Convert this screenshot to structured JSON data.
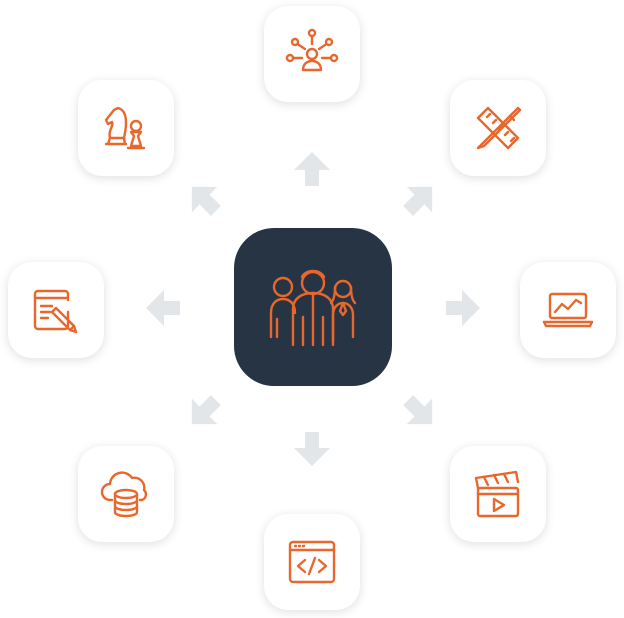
{
  "diagram": {
    "center_icon": "team-people-icon",
    "accent_color": "#e8672d",
    "center_bg_color": "#263444",
    "arrow_color": "#e3e6e9",
    "nodes": [
      {
        "position": "top",
        "icon": "network-user-icon"
      },
      {
        "position": "top-right",
        "icon": "design-tools-icon"
      },
      {
        "position": "right",
        "icon": "laptop-chart-icon"
      },
      {
        "position": "bottom-right",
        "icon": "clapperboard-video-icon"
      },
      {
        "position": "bottom",
        "icon": "code-window-icon"
      },
      {
        "position": "bottom-left",
        "icon": "cloud-database-icon"
      },
      {
        "position": "left",
        "icon": "form-edit-icon"
      },
      {
        "position": "top-left",
        "icon": "chess-strategy-icon"
      }
    ]
  }
}
